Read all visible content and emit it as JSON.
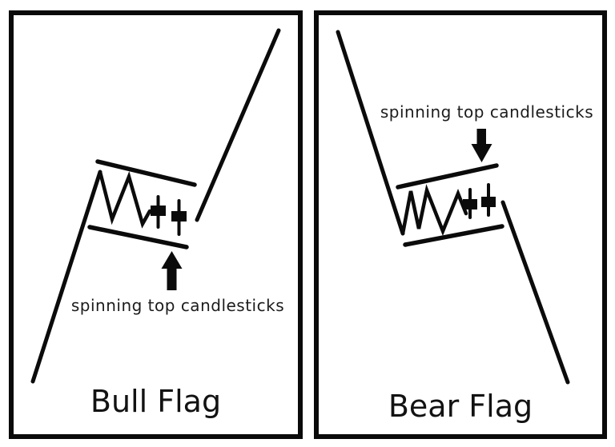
{
  "panels": {
    "bull": {
      "title": "Bull Flag",
      "annotation": "spinning top candlesticks",
      "trend_direction": "up",
      "breakout_line_color": "#5a9e6e"
    },
    "bear": {
      "title": "Bear Flag",
      "annotation": "spinning top candlesticks",
      "trend_direction": "down",
      "breakout_line_color": "#f4515c"
    }
  },
  "colors": {
    "ink": "#0b0b0b",
    "background": "#ffffff"
  }
}
